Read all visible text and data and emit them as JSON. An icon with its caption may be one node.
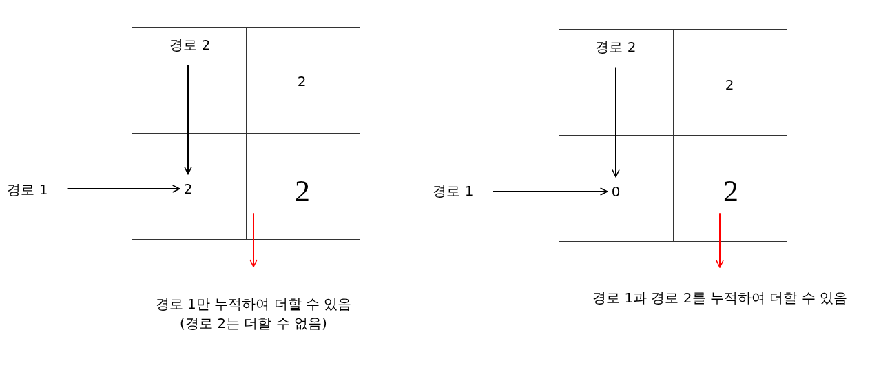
{
  "diagram": {
    "nodes": [
      {
        "text": [],
        "shape": "box"
      },
      {
        "text": [
          "경로 2"
        ],
        "in": 0
      },
      {
        "text": [],
        "shape": "box"
      },
      {
        "text": [
          "2"
        ],
        "in": 2
      },
      {
        "text": [],
        "shape": "box"
      },
      {
        "text": [
          "2"
        ],
        "in": 4
      },
      {
        "text": [],
        "shape": "box"
      },
      {
        "text": [
          "2"
        ],
        "in": 6
      },
      {
        "text": [
          "경로 1"
        ]
      },
      {
        "text": [
          "경로 1만 누적하여 더할 수 있음",
          "(경로 2는 더할 수 없음)"
        ]
      },
      {
        "text": [],
        "shape": "box"
      },
      {
        "text": [
          "경로 2"
        ],
        "in": 10
      },
      {
        "text": [],
        "shape": "box"
      },
      {
        "text": [
          "2"
        ],
        "in": 12
      },
      {
        "text": [],
        "shape": "box"
      },
      {
        "text": [
          "0"
        ],
        "in": 14
      },
      {
        "text": [],
        "shape": "box"
      },
      {
        "text": [
          "2"
        ],
        "in": 16
      },
      {
        "text": [
          "경로 1"
        ]
      },
      {
        "text": [
          "경로 1과 경로 2를 누적하여 더할 수 있음"
        ]
      }
    ],
    "edges": [
      {
        "from": 1,
        "to": 5,
        "arrow": "to"
      },
      {
        "from": 8,
        "to": 5,
        "arrow": "to"
      },
      {
        "from": 7,
        "to": 9,
        "arrow": "to",
        "color": "#ff0000"
      },
      {
        "from": 11,
        "to": 15,
        "arrow": "to"
      },
      {
        "from": 18,
        "to": 15,
        "arrow": "to"
      },
      {
        "from": 17,
        "to": 19,
        "arrow": "to",
        "color": "#ff0000"
      }
    ]
  }
}
